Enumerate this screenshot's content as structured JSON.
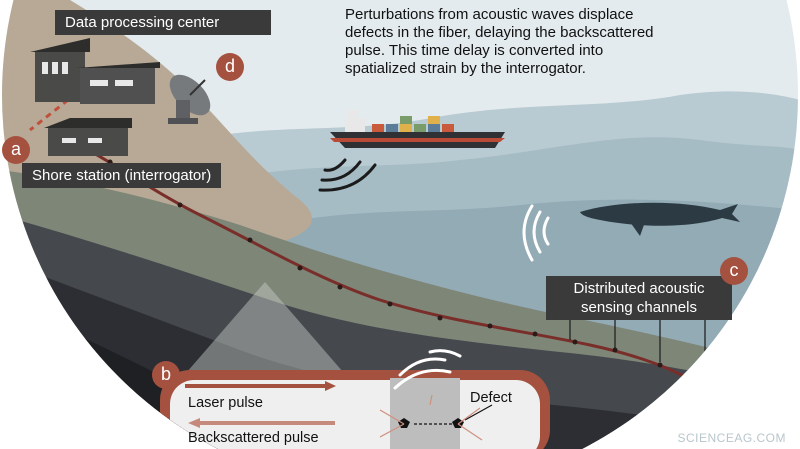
{
  "labels": {
    "data_center": "Data processing center",
    "shore_station": "Shore station (interrogator)",
    "das_channels_line1": "Distributed acoustic",
    "das_channels_line2": "sensing channels",
    "laser_pulse": "Laser pulse",
    "backscattered_pulse": "Backscattered pulse",
    "defect": "Defect"
  },
  "description": {
    "line1": "Perturbations from acoustic waves displace",
    "line2": "defects in the fiber, delaying the backscattered",
    "line3": "pulse. This time delay is converted into",
    "line4": "spatialized strain by the interrogator."
  },
  "badges": {
    "a": "a",
    "b": "b",
    "c": "c",
    "d": "d"
  },
  "watermark": "SCIENCEAG.COM",
  "colors": {
    "sky": "#dfe6ea",
    "water_far": "#b7c9d0",
    "water_mid": "#9fb6c0",
    "land": "#b8ab98",
    "seabed_dark": "#2f3136",
    "cable": "#7a2e2a",
    "accent": "#a4513f",
    "label_bg": "#3a3a3a"
  }
}
